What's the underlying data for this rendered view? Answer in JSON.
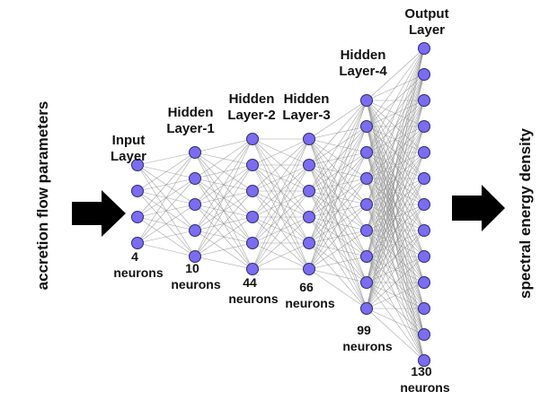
{
  "left_label": "accretion flow parameters",
  "right_label": "spectral energy density",
  "colors": {
    "node_fill": "#7b6cf0",
    "node_stroke": "#2c2c6e",
    "edge": "#888888",
    "arrow": "#000000"
  },
  "layers": [
    {
      "title_lines": [
        "Input",
        "Layer"
      ],
      "count_lines": [
        "4",
        "neurons"
      ],
      "nodes_drawn": 4
    },
    {
      "title_lines": [
        "Hidden",
        "Layer-1"
      ],
      "count_lines": [
        "10",
        "neurons"
      ],
      "nodes_drawn": 5
    },
    {
      "title_lines": [
        "Hidden",
        "Layer-2"
      ],
      "count_lines": [
        "44",
        "neurons"
      ],
      "nodes_drawn": 6
    },
    {
      "title_lines": [
        "Hidden",
        "Layer-3"
      ],
      "count_lines": [
        "66",
        "neurons"
      ],
      "nodes_drawn": 6
    },
    {
      "title_lines": [
        "Hidden",
        "Layer-4"
      ],
      "count_lines": [
        "99",
        "neurons"
      ],
      "nodes_drawn": 9
    },
    {
      "title_lines": [
        "Output",
        "Layer"
      ],
      "count_lines": [
        "130",
        "neurons"
      ],
      "nodes_drawn": 13
    }
  ]
}
